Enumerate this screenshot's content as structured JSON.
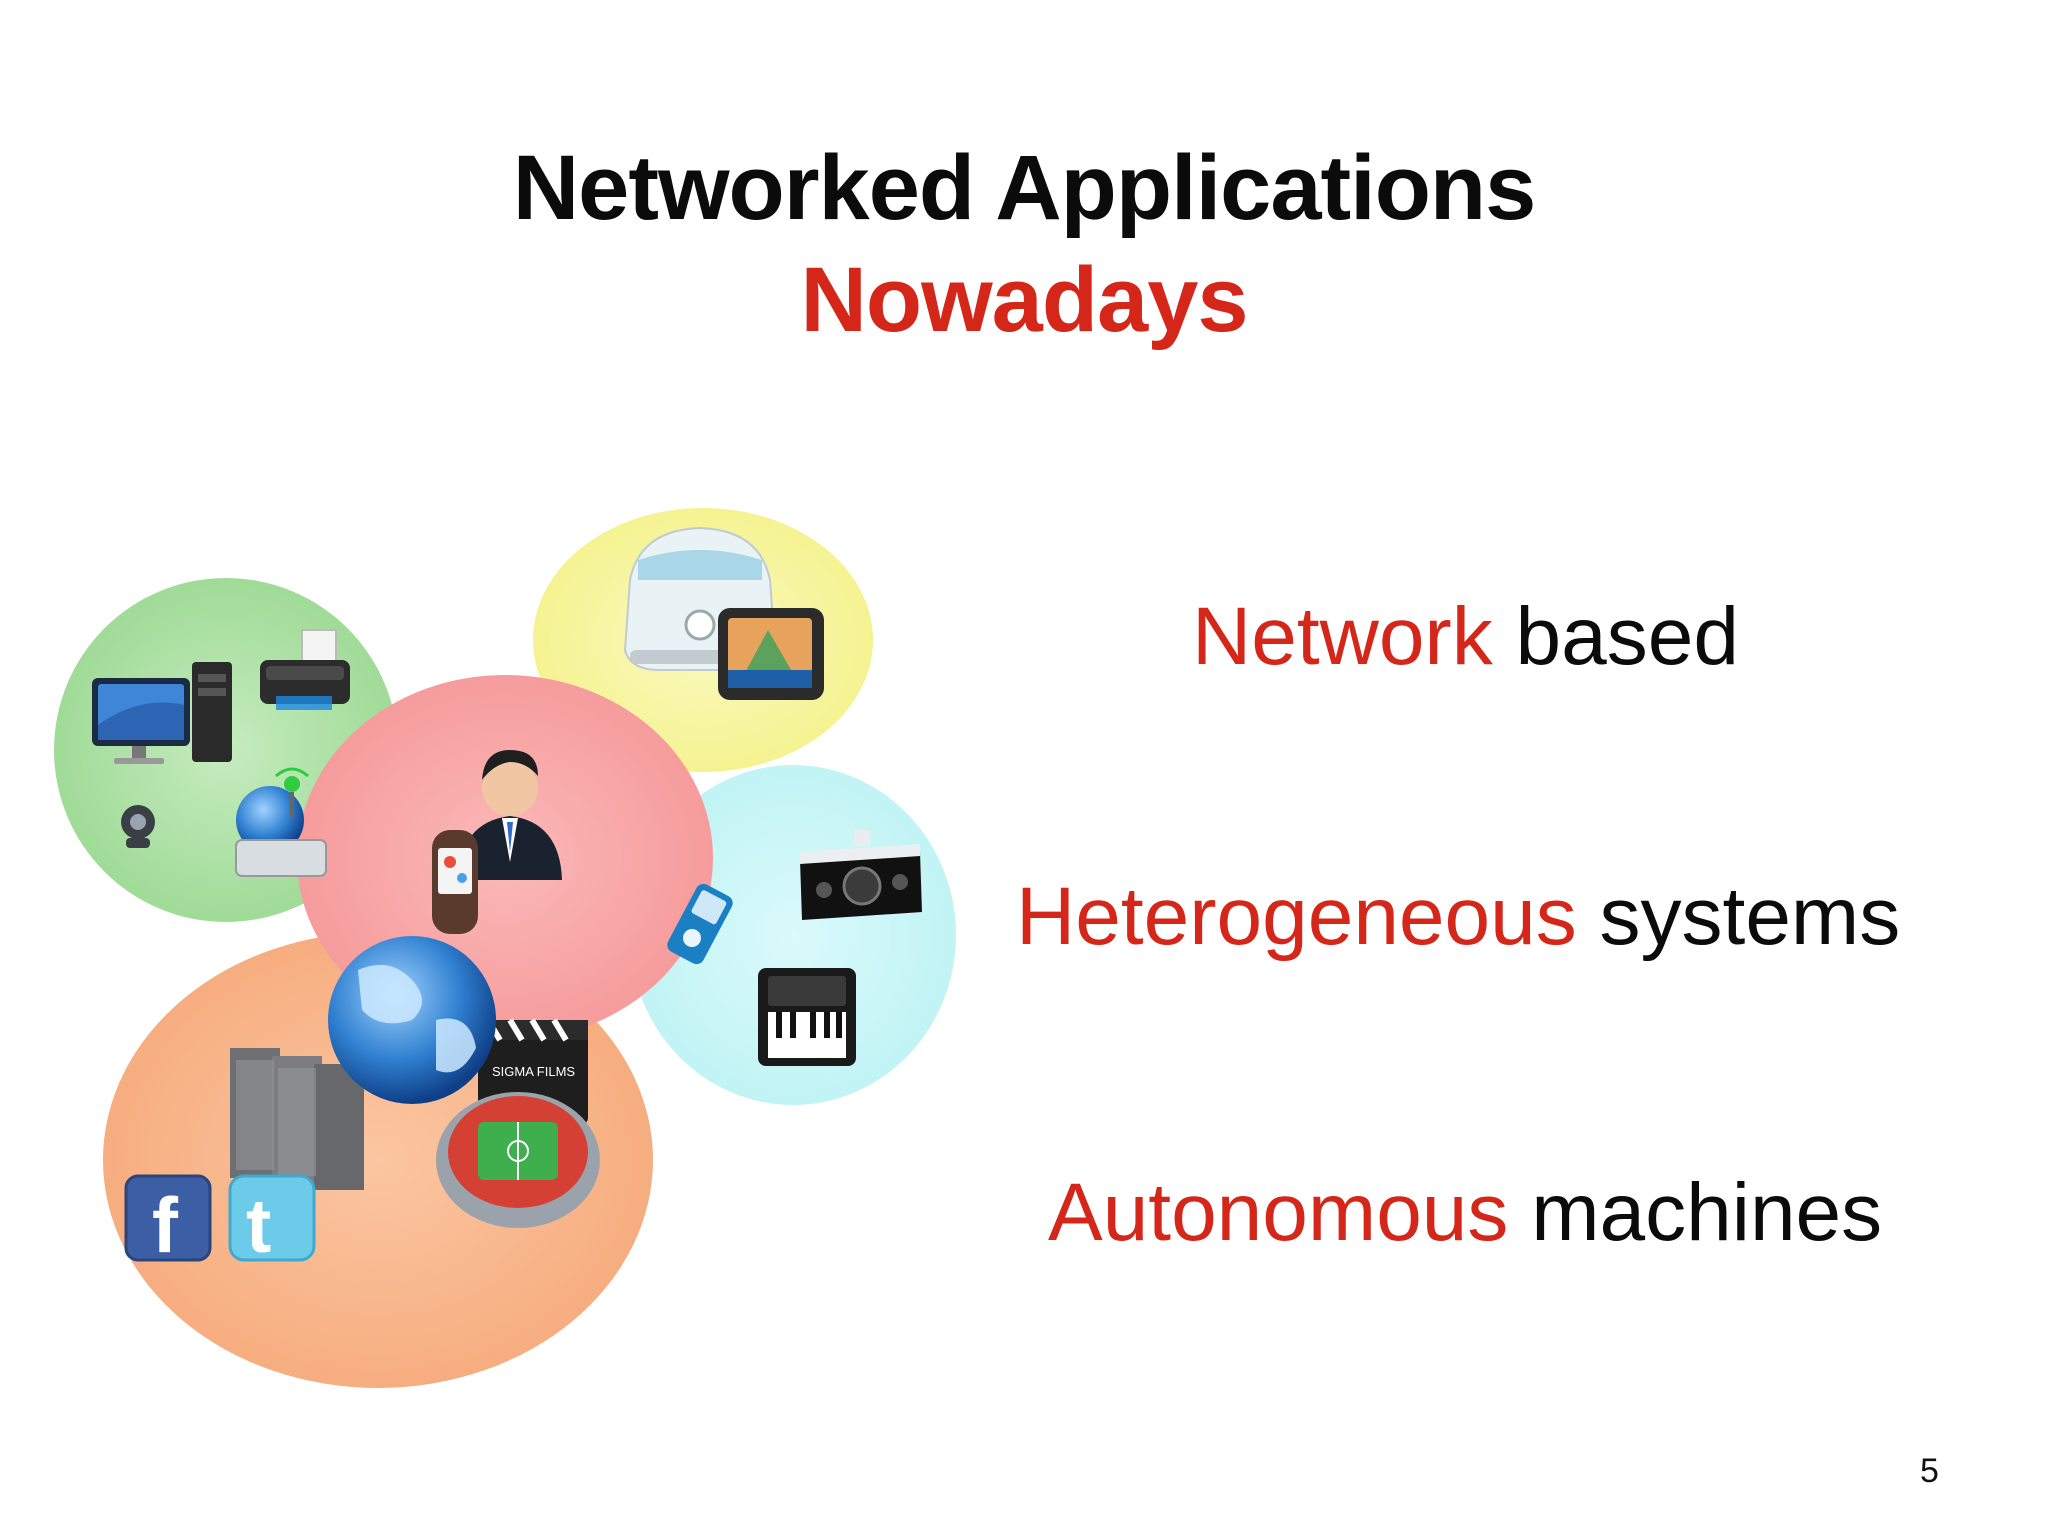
{
  "slide": {
    "title_line1": "Networked Applications",
    "title_line2": "Nowadays",
    "page_number": "5"
  },
  "bullets": [
    {
      "accent": "Network",
      "rest": "based"
    },
    {
      "accent": "Heterogeneous",
      "rest": "systems"
    },
    {
      "accent": "Autonomous",
      "rest": "machines"
    }
  ],
  "illustration": {
    "clusters": [
      {
        "name": "computing-devices",
        "color": "#a8dfa0",
        "icons": [
          "desktop-computer-icon",
          "printer-icon",
          "webcam-icon",
          "wifi-router-icon"
        ]
      },
      {
        "name": "vehicles",
        "color": "#f7f59a",
        "icons": [
          "van-icon",
          "gps-navigator-icon"
        ]
      },
      {
        "name": "people",
        "color": "#f8a4a4",
        "icons": [
          "businessman-icon",
          "mobile-phone-icon"
        ]
      },
      {
        "name": "media-devices",
        "color": "#c6f6f7",
        "icons": [
          "ipod-icon",
          "speaker-dock-icon",
          "piano-keyboard-icon"
        ]
      },
      {
        "name": "internet-services",
        "color": "#f8b58a",
        "icons": [
          "globe-icon",
          "server-rack-icon",
          "clapperboard-icon",
          "stadium-icon",
          "facebook-icon",
          "twitter-icon"
        ]
      }
    ],
    "clapperboard_text": "SIGMA FILMS"
  },
  "colors": {
    "accent": "#d5261a",
    "text": "#0b0b0b"
  }
}
